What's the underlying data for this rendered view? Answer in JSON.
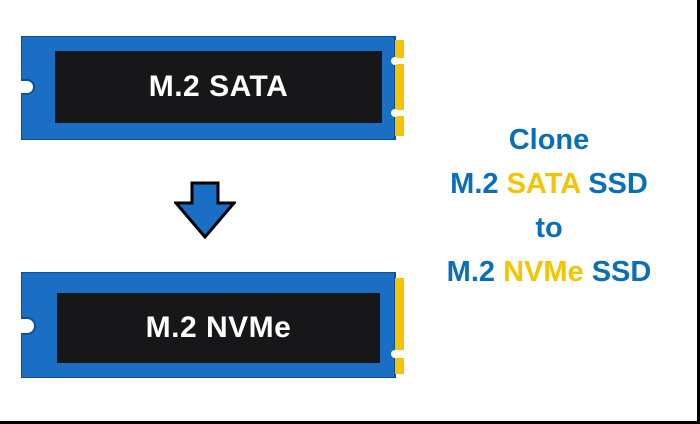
{
  "cards": {
    "top_label": "M.2 SATA",
    "bottom_label": "M.2 NVMe"
  },
  "caption": {
    "line1": "Clone",
    "line2_prefix": "M.2",
    "line2_highlight": "SATA",
    "line2_suffix": "SSD",
    "line3": "to",
    "line4_prefix": "M.2",
    "line4_highlight": "NVMe",
    "line4_suffix": "SSD"
  },
  "colors": {
    "pcb_blue": "#1a6fc4",
    "pcb_edge": "#0d4f9a",
    "gold_contacts": "#f5c400",
    "chip_black": "#17171a",
    "caption_blue": "#0b6fb8",
    "caption_yellow": "#f5c400"
  },
  "icons": {
    "arrow": "down-arrow-icon"
  }
}
